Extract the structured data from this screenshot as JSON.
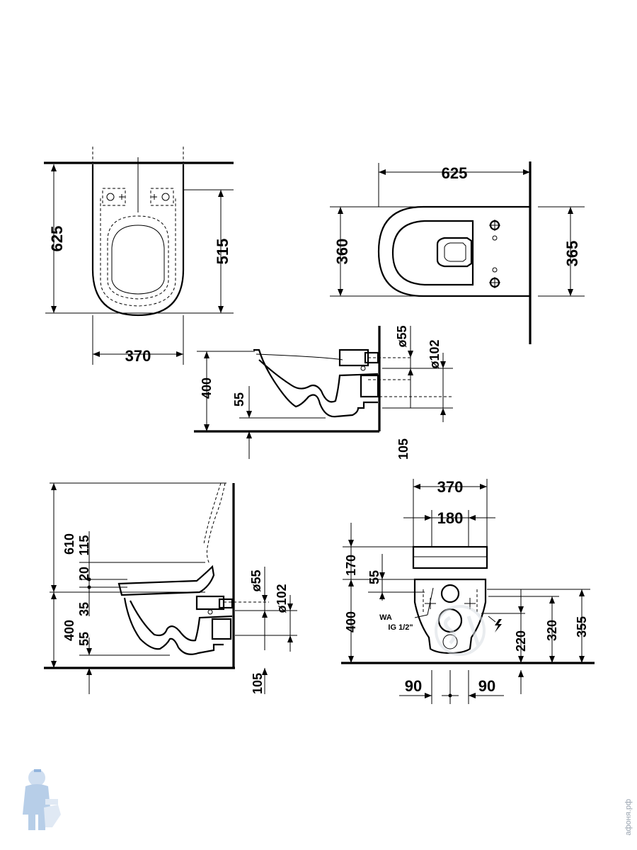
{
  "diagram": {
    "top_view": {
      "depth": "625",
      "inner_depth": "515",
      "width": "370"
    },
    "plan_view": {
      "length": "625",
      "width_left": "360",
      "width_right": "365"
    },
    "side_view": {
      "height": "400",
      "low": "55",
      "floor_offset": "105",
      "inlet": "ø55",
      "outlet": "ø102"
    },
    "side_view_seat": {
      "lid_height": "610",
      "seat_rise": "115",
      "seat_gap": "20",
      "level": "35",
      "height": "400",
      "low": "55",
      "floor_offset": "105",
      "inlet": "ø55",
      "outlet": "ø102"
    },
    "front_view": {
      "width": "370",
      "inner_width": "180",
      "top": "170",
      "offset": "55",
      "height": "400",
      "wa_label": "WA",
      "ig_label": "IG 1/2\"",
      "h220": "220",
      "h320": "320",
      "h355": "355",
      "left_90": "90",
      "right_90": "90"
    }
  },
  "watermark": {
    "side_text": "афоня.рф"
  },
  "colors": {
    "line": "#000000",
    "watermark": "#d8dde2",
    "mascot": "#3a78c2"
  }
}
